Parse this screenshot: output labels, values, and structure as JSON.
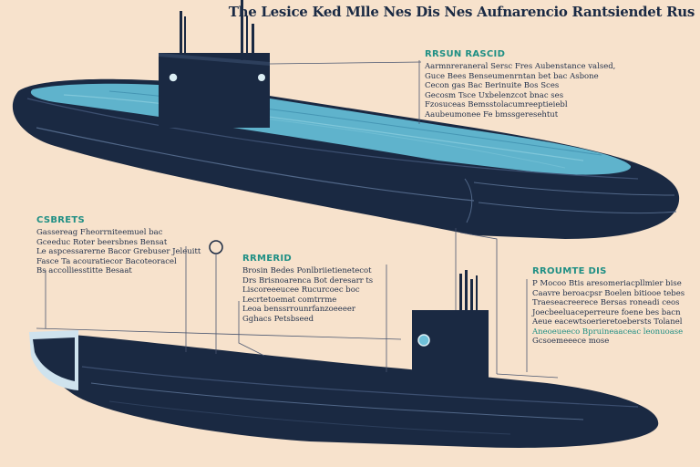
{
  "title": "The Lesice Ked Mlle Nes Dis Nes Aufnarencio Rantsiendet Rus",
  "colors": {
    "background": "#f7e2cc",
    "hull": "#1a2942",
    "hull_highlight": "#2d3f5c",
    "deck_water": "#5fb3cc",
    "accent_teal": "#1f8f84",
    "text_dark": "#23324c"
  },
  "callouts": {
    "top_right": {
      "heading": "Rrsun Rascid",
      "lines": [
        "Aarmnreraneral Sersc Fres Aubenstance valsed,",
        "Guce Bees Benseumenrntan bet bac Asbone",
        "Cecon gas Bac Berinuite Bos Sces",
        "Gecosm Tsce Uxbelenzcot bnac ses",
        "Fzosuceas Bemsstolacumreeptieiebl",
        "Aaubeumonee Fe bmssgeresehtut"
      ]
    },
    "left": {
      "heading": "Csbrets",
      "lines": [
        "Gassereag Fheorrniteemuel bac",
        "Gceeduc Roter beersbnes Bensat",
        "Le aspcessarerne Bacor Grebuser Jeleuitt",
        "Fasce Ta acouratiecor Bacoteoracel",
        "Bs accolliesstitte Besaat"
      ]
    },
    "middle": {
      "heading": "Rrmerid",
      "lines": [
        "Brosin Bedes Ponlbriietienetecot",
        "Drs Brisnoarenca Bot deresarr ts",
        "Liscoreeeucee Rucurcoec boc",
        "Lecrtetoemat comtrrme",
        "Leoa benssrrounrfanzoeeeer",
        "Gghacs Petsbseed"
      ]
    },
    "bottom_right": {
      "heading": "Rroumte Dis",
      "lines": [
        "P Mocoo Btis aresomeriacpllmier bise",
        "Caavre beroacpsr Boelen bitiooe tebes",
        "Traeseacreerece Bersas roneadi ceos",
        "Joecbeeluaceperreure foene bes bacn",
        "Aeue eacewtsoerieretoebersts Tolanel",
        "Aneoeueeco Bpruineaaceac leonuoase",
        "Gcsoemeeece mose"
      ]
    }
  }
}
